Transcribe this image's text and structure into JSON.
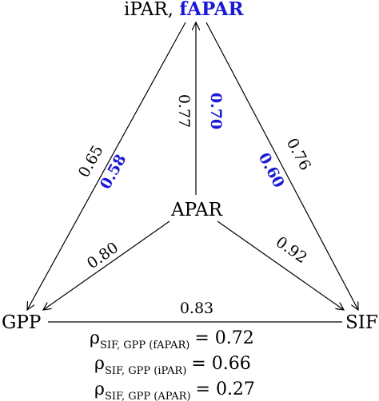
{
  "nodes": {
    "top_black": "iPAR,",
    "top_blue": "fAPAR",
    "center": "APAR",
    "left": "GPP",
    "right": "SIF"
  },
  "edge_labels": {
    "top_left_black": "0.65",
    "top_left_blue": "0.58",
    "vertical_black": "0.77",
    "vertical_blue": "0.70",
    "top_right_black": "0.76",
    "top_right_blue": "0.60",
    "center_left": "0.80",
    "center_right": "0.92",
    "bottom": "0.83"
  },
  "correlations": [
    {
      "symbol": "ρ",
      "subscript": "SIF, GPP (fAPAR)",
      "value": "= 0.72"
    },
    {
      "symbol": "ρ",
      "subscript": "SIF, GPP (iPAR)",
      "value": "= 0.66"
    },
    {
      "symbol": "ρ",
      "subscript": "SIF, GPP (APAR)",
      "value": "= 0.27"
    }
  ],
  "colors": {
    "accent": "#1a1ad6",
    "line": "#000000"
  }
}
